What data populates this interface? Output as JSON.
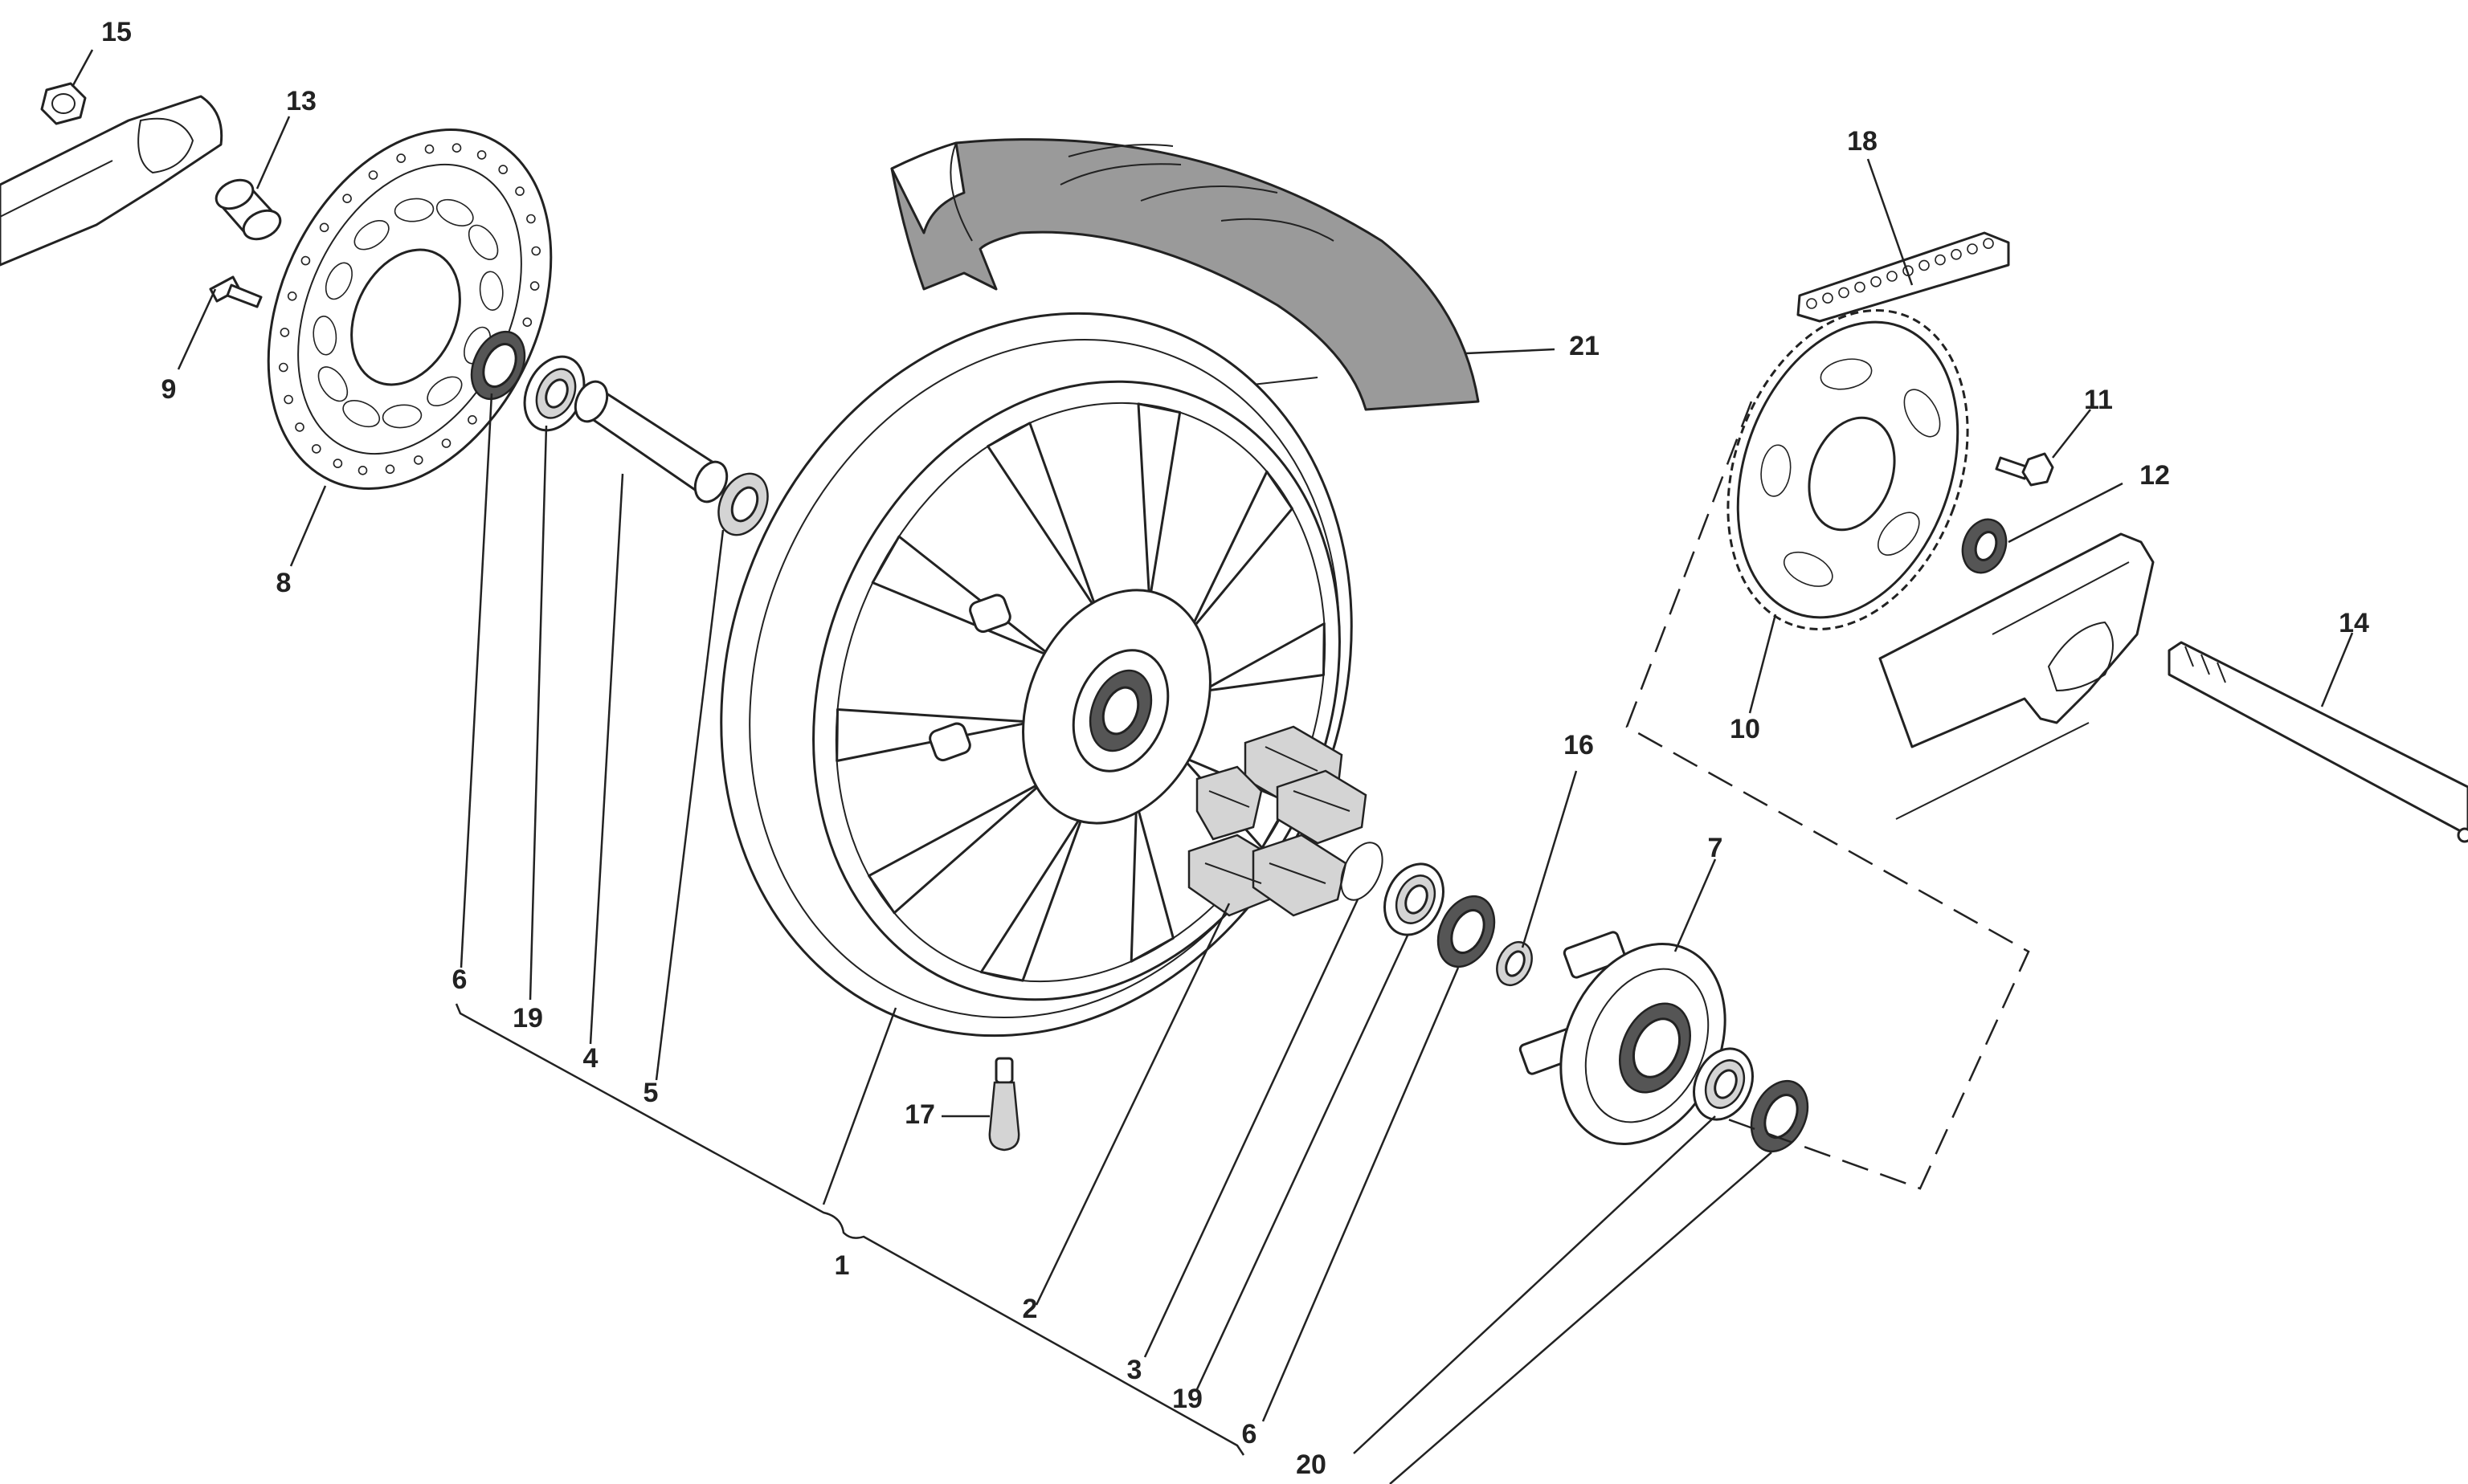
{
  "callouts": [
    {
      "id": "c15",
      "label": "15"
    },
    {
      "id": "c13",
      "label": "13"
    },
    {
      "id": "c9",
      "label": "9"
    },
    {
      "id": "c8",
      "label": "8"
    },
    {
      "id": "c6a",
      "label": "6"
    },
    {
      "id": "c19a",
      "label": "19"
    },
    {
      "id": "c4",
      "label": "4"
    },
    {
      "id": "c5",
      "label": "5"
    },
    {
      "id": "c21",
      "label": "21"
    },
    {
      "id": "c18",
      "label": "18"
    },
    {
      "id": "c11",
      "label": "11"
    },
    {
      "id": "c12",
      "label": "12"
    },
    {
      "id": "c14",
      "label": "14"
    },
    {
      "id": "c10",
      "label": "10"
    },
    {
      "id": "c16",
      "label": "16"
    },
    {
      "id": "c7",
      "label": "7"
    },
    {
      "id": "c17",
      "label": "17"
    },
    {
      "id": "c1",
      "label": "1"
    },
    {
      "id": "c2",
      "label": "2"
    },
    {
      "id": "c3",
      "label": "3"
    },
    {
      "id": "c19b",
      "label": "19"
    },
    {
      "id": "c6b",
      "label": "6"
    },
    {
      "id": "c20",
      "label": "20"
    }
  ]
}
